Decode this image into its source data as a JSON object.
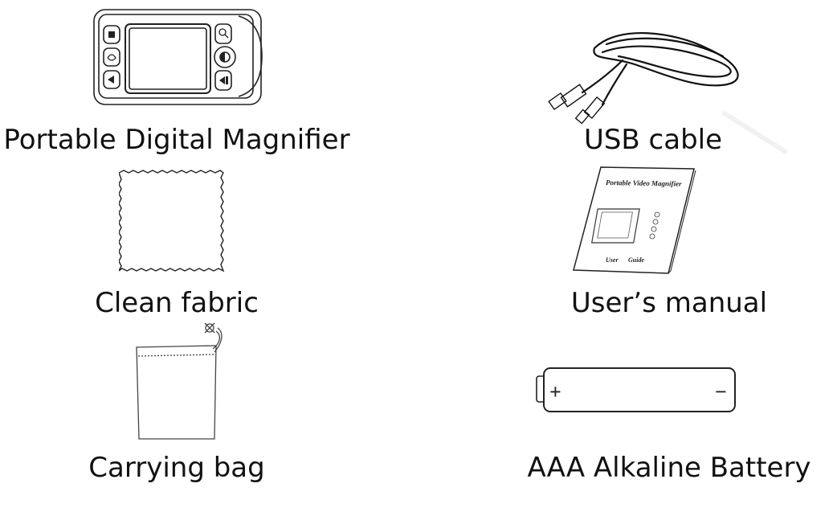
{
  "items": [
    {
      "label": "Portable Digital Magnifier",
      "icon": "magnifier-device-icon"
    },
    {
      "label": "USB cable",
      "icon": "usb-cable-icon"
    },
    {
      "label": "Clean fabric",
      "icon": "cleaning-cloth-icon"
    },
    {
      "label": "User’s manual",
      "icon": "user-manual-icon"
    },
    {
      "label": "Carrying bag",
      "icon": "carrying-bag-icon"
    },
    {
      "label": "AAA Alkaline Battery",
      "icon": "battery-icon"
    }
  ],
  "manual": {
    "title": "Portable Video Magnifier",
    "footer_left": "User",
    "footer_right": "Guide"
  },
  "battery": {
    "plus": "+",
    "minus": "−"
  }
}
